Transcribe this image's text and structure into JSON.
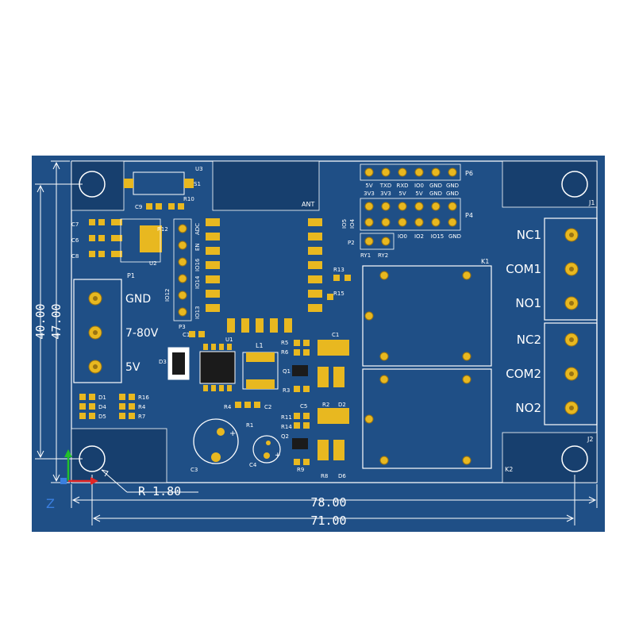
{
  "colors": {
    "board": "#1f4f86",
    "board_dark": "#173f6e",
    "silkscreen": "#ffffff",
    "pad_gold": "#e8b820",
    "pad_gold_dark": "#9a7412",
    "component_black": "#1b1b1b",
    "axis_x": "#e22525",
    "axis_y": "#22c02a",
    "axis_z": "#3a7fe0"
  },
  "dimensions": {
    "width_outer": "78.00",
    "width_inner": "71.00",
    "height_outer": "47.00",
    "height_inner": "40.00",
    "corner_radius": "R 1.80"
  },
  "axis": {
    "z_label": "Z"
  },
  "terminals": {
    "power": [
      "GND",
      "7-80V",
      "5V"
    ],
    "relay1": [
      "NC1",
      "COM1",
      "NO1"
    ],
    "relay2": [
      "NC2",
      "COM2",
      "NO2"
    ]
  },
  "headers": {
    "p6_name": "P6",
    "p6_top": [
      "5V",
      "TXD",
      "RXD",
      "IO0",
      "GND",
      "GND"
    ],
    "p6_bottom": [
      "3V3",
      "3V3",
      "5V",
      "5V",
      "GND",
      "GND"
    ],
    "p4_name": "P4",
    "p4_left_vertical": [
      "IO5",
      "IO4"
    ],
    "p4_bottom": [
      "IO0",
      "IO2",
      "IO15",
      "GND"
    ],
    "p3_name": "P3",
    "p3_pins": [
      "ADC",
      "EN",
      "IO16",
      "IO14",
      "IO12",
      "IO13"
    ]
  },
  "designators": {
    "u3": "U3",
    "s1": "S1",
    "r10": "R10",
    "c9": "C9",
    "r12": "R12",
    "c7": "C7",
    "c6": "C6",
    "c8": "C8",
    "u2": "U2",
    "p1": "P1",
    "ant": "ANT",
    "p2": "P2",
    "ry1": "RY1",
    "ry2": "RY2",
    "j1": "J1",
    "j2": "J2",
    "k1": "K1",
    "k2": "K2",
    "r13": "R13",
    "r15": "R15",
    "c10": "C10",
    "u1": "U1",
    "l1": "L1",
    "c1": "C1",
    "r5": "R5",
    "r6": "R6",
    "q1": "Q1",
    "r3": "R3",
    "d3": "D3",
    "d1": "D1",
    "d4": "D4",
    "d5": "D5",
    "r16": "R16",
    "r4": "R4",
    "r7": "R7",
    "c2": "C2",
    "r1": "R1",
    "c3": "C3",
    "c4": "C4",
    "c5": "C5",
    "r2": "R2",
    "d2": "D2",
    "r11": "R11",
    "r14": "R14",
    "q2": "Q2",
    "r9": "R9",
    "r8": "R8",
    "d6": "D6"
  }
}
